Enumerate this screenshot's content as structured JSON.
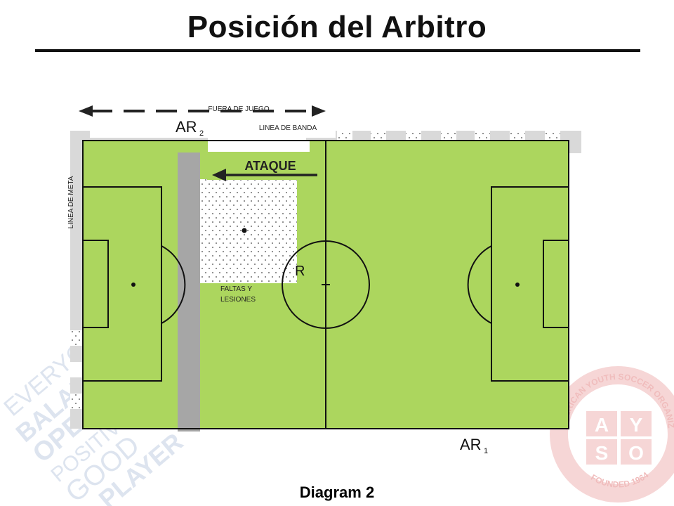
{
  "title": "Posición del Arbitro",
  "caption": "Diagram 2",
  "labels": {
    "offside": "FUERA DE JUEGO",
    "touchline": "LINEA DE BANDA",
    "goal_line": "LINEA DE META",
    "attack": "ATAQUE",
    "fouls_line1": "FALTAS Y",
    "fouls_line2": "LESIONES",
    "referee": "R",
    "ar2_main": "AR",
    "ar2_sub": "2",
    "ar1_main": "AR",
    "ar1_sub": "1"
  },
  "watermark": {
    "words": [
      "EVERYONE",
      "BALANCE",
      "OPEN",
      "POSITIVE",
      "GOOD",
      "PLAYER"
    ],
    "seal_top": "AMERICAN YOUTH SOCCER ORGANIZATION",
    "seal_bottom": "FOUNDED 1964",
    "seal_letters": [
      "A",
      "Y",
      "S",
      "O"
    ]
  },
  "colors": {
    "grass": "#acd65e",
    "lines": "#111111",
    "offside_band": "#a6a6a6",
    "border_gray": "#d9d9d9",
    "watermark": "#dde4ef",
    "seal": "#f6d6d6"
  }
}
